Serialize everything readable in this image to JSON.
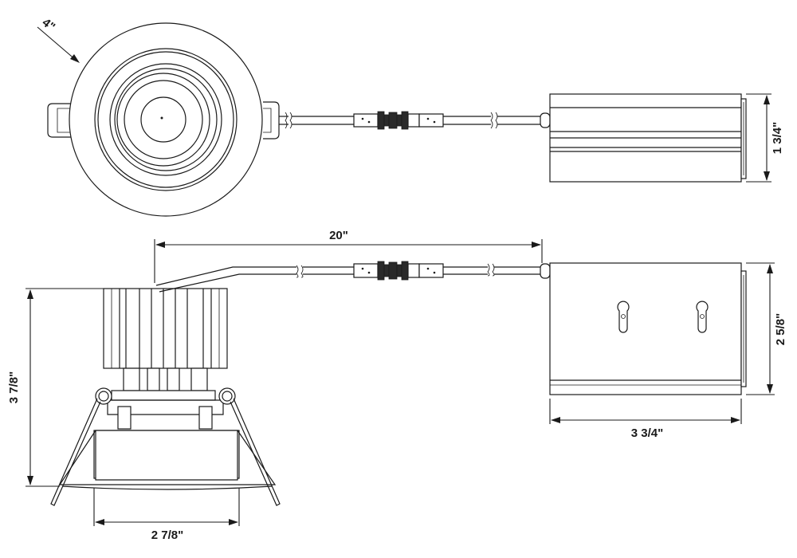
{
  "dimensions": {
    "diameter": "4\"",
    "driver_height": "1 3/4\"",
    "cable_length": "20\"",
    "fixture_height": "3 7/8\"",
    "driver_depth": "2 5/8\"",
    "driver_length": "3 3/4\"",
    "aperture_width": "2 7/8\""
  }
}
